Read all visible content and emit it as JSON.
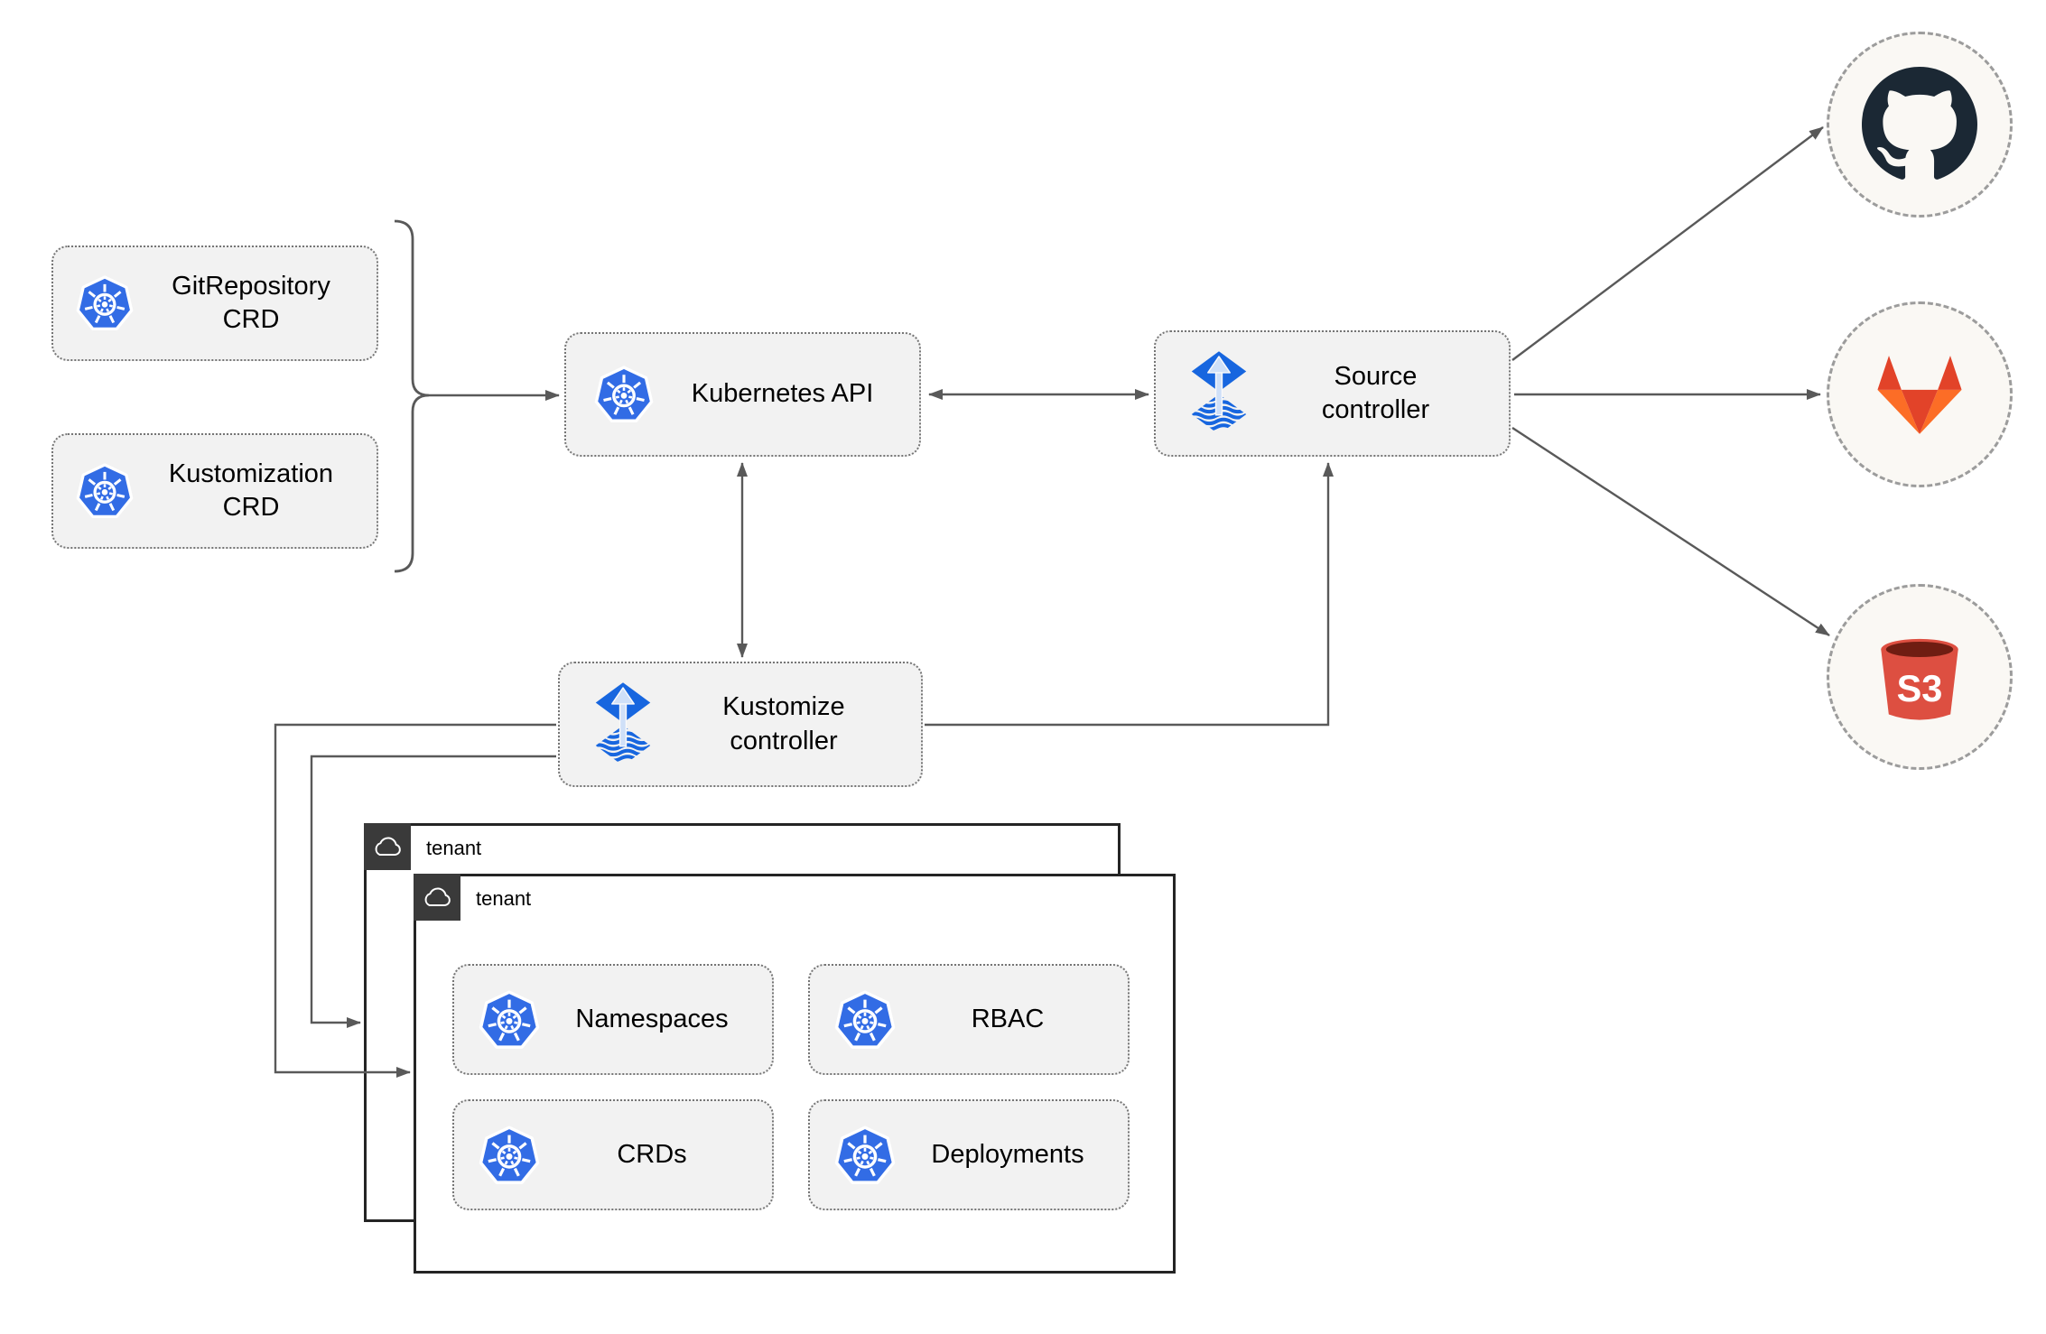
{
  "nodes": {
    "git_repository_crd": {
      "label": "GitRepository\nCRD",
      "icon": "kubernetes"
    },
    "kustomization_crd": {
      "label": "Kustomization\nCRD",
      "icon": "kubernetes"
    },
    "kubernetes_api": {
      "label": "Kubernetes API",
      "icon": "kubernetes"
    },
    "source_controller": {
      "label": "Source\ncontroller",
      "icon": "flux"
    },
    "kustomize_controller": {
      "label": "Kustomize\ncontroller",
      "icon": "flux"
    },
    "tenant_back": {
      "label": "tenant",
      "icon": "cloud"
    },
    "tenant_front": {
      "label": "tenant",
      "icon": "cloud"
    },
    "namespaces": {
      "label": "Namespaces",
      "icon": "kubernetes"
    },
    "rbac": {
      "label": "RBAC",
      "icon": "kubernetes"
    },
    "crds": {
      "label": "CRDs",
      "icon": "kubernetes"
    },
    "deployments": {
      "label": "Deployments",
      "icon": "kubernetes"
    },
    "github": {
      "icon": "github-octocat"
    },
    "gitlab": {
      "icon": "gitlab-tanuki"
    },
    "s3": {
      "label": "S3",
      "icon": "s3-bucket"
    }
  },
  "edges": [
    {
      "from": "crd-group-brace",
      "to": "kubernetes_api",
      "arrow": "end"
    },
    {
      "from": "kubernetes_api",
      "to": "source_controller",
      "arrow": "both"
    },
    {
      "from": "kubernetes_api",
      "to": "kustomize_controller",
      "arrow": "both"
    },
    {
      "from": "kustomize_controller",
      "to": "source_controller",
      "arrow": "end"
    },
    {
      "from": "kustomize_controller",
      "to": "tenant_front",
      "arrow": "end"
    },
    {
      "from": "kustomize_controller",
      "to": "tenant_back",
      "arrow": "end"
    },
    {
      "from": "source_controller",
      "to": "github",
      "arrow": "end"
    },
    {
      "from": "source_controller",
      "to": "gitlab",
      "arrow": "end"
    },
    {
      "from": "source_controller",
      "to": "s3",
      "arrow": "end"
    }
  ],
  "colors": {
    "line": "#595959",
    "box_fill": "#f2f2f2",
    "box_border": "#757575",
    "kubernetes_blue": "#326ce5",
    "flux_blue": "#1766df",
    "flux_arrow_light": "#cfe0f8",
    "tenant_header": "#3a3a3a",
    "tenant_border": "#242424",
    "circle_fill": "#faf8f4",
    "circle_border": "#9c9c9c",
    "github_dark": "#1b2834",
    "gitlab_red": "#e24329",
    "gitlab_orange": "#fc6d26",
    "s3_red": "#dd4f41",
    "s3_dark": "#6f1d12"
  }
}
